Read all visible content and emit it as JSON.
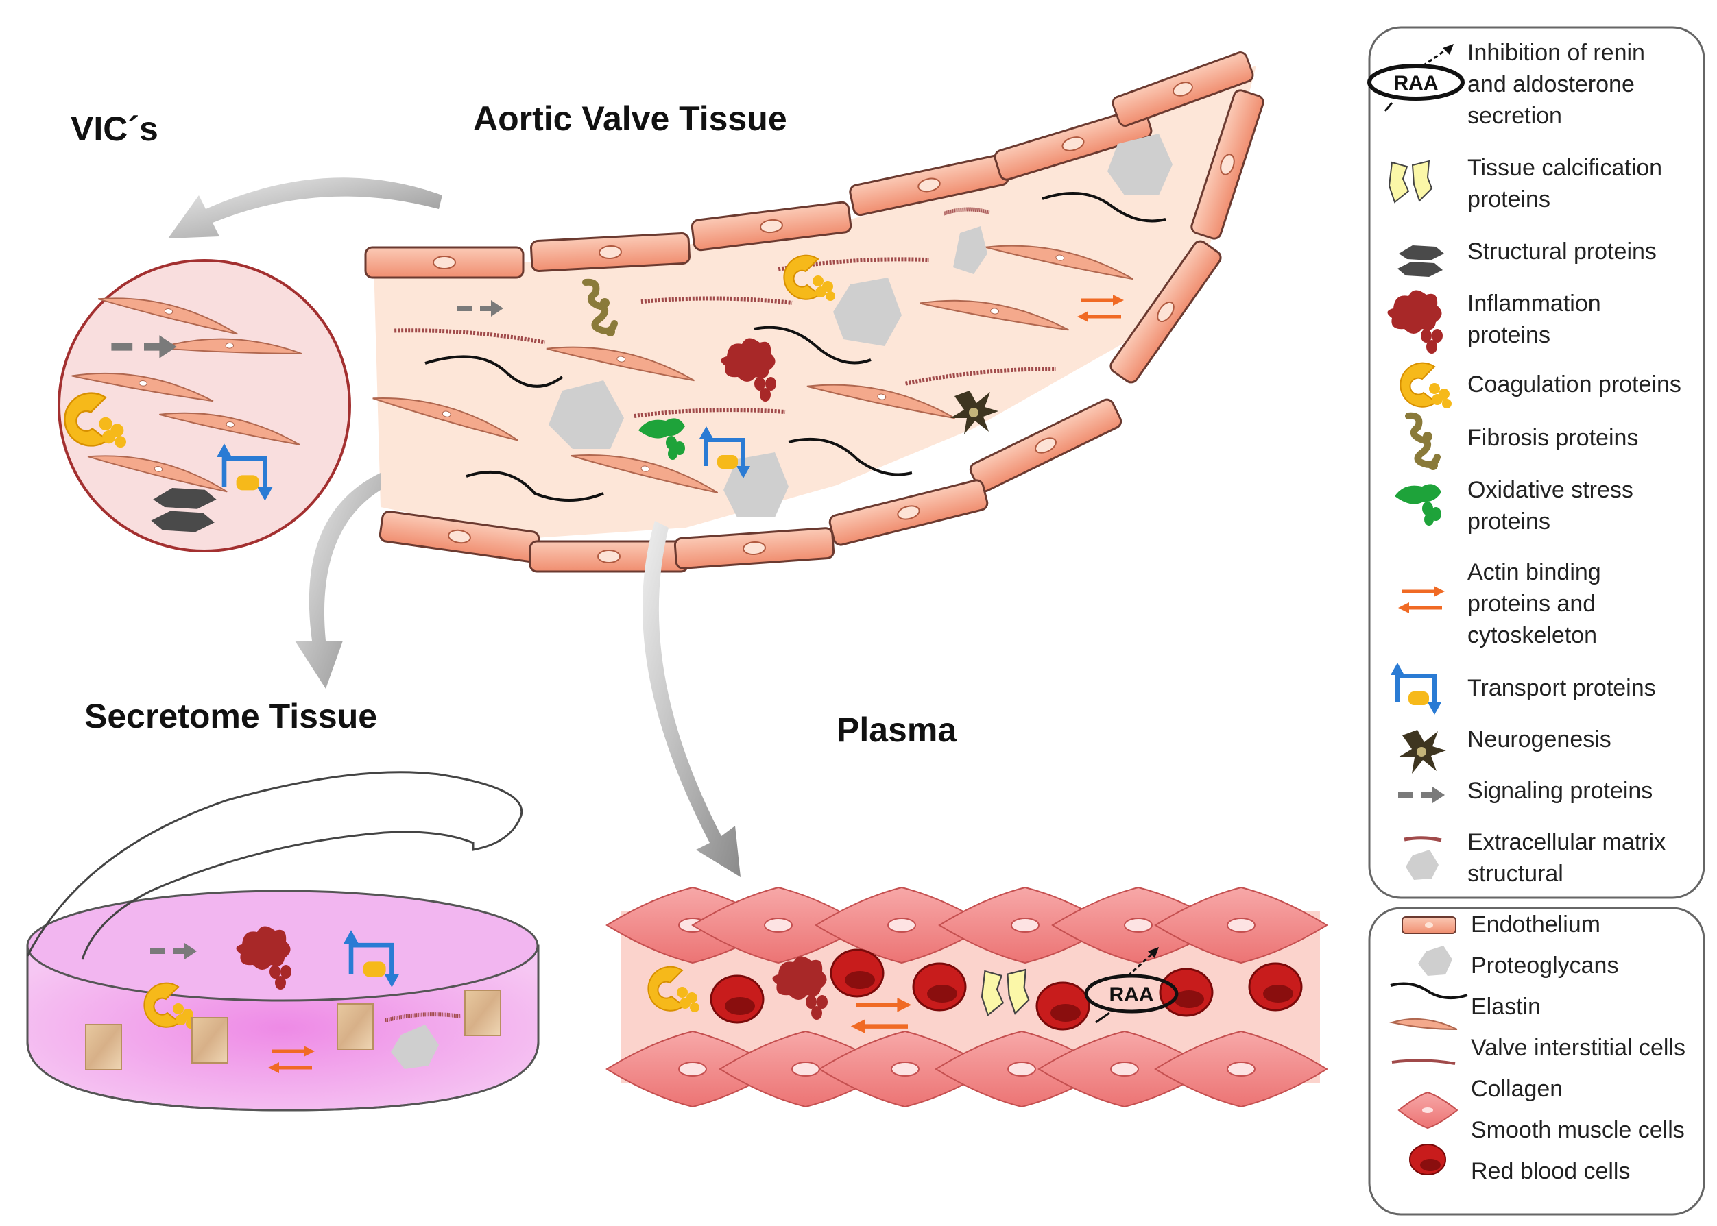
{
  "labels": {
    "vics": "VIC´s",
    "aortic": "Aortic Valve Tissue",
    "secretome": "Secretome Tissue",
    "plasma": "Plasma"
  },
  "raa_text": "RAA",
  "legend_proteins": [
    {
      "icon": "raa-inhibition-icon",
      "lines": [
        "Inhibition of renin",
        "and aldosterone",
        "secretion"
      ]
    },
    {
      "icon": "calcification-icon",
      "lines": [
        "Tissue calcification",
        "proteins"
      ]
    },
    {
      "icon": "structural-icon",
      "lines": [
        "Structural proteins"
      ]
    },
    {
      "icon": "inflammation-icon",
      "lines": [
        "Inflammation",
        "proteins"
      ]
    },
    {
      "icon": "coagulation-icon",
      "lines": [
        "Coagulation proteins"
      ]
    },
    {
      "icon": "fibrosis-icon",
      "lines": [
        "Fibrosis proteins"
      ]
    },
    {
      "icon": "oxidative-icon",
      "lines": [
        "Oxidative stress",
        "proteins"
      ]
    },
    {
      "icon": "actin-icon",
      "lines": [
        "Actin binding",
        "proteins and",
        "cytoskeleton"
      ]
    },
    {
      "icon": "transport-icon",
      "lines": [
        "Transport proteins"
      ]
    },
    {
      "icon": "neurogenesis-icon",
      "lines": [
        "Neurogenesis"
      ]
    },
    {
      "icon": "signaling-icon",
      "lines": [
        "Signaling proteins"
      ]
    },
    {
      "icon": "ecm-icon",
      "lines": [
        "Extracellular matrix",
        "structural"
      ]
    }
  ],
  "legend_tissue": [
    {
      "icon": "endothelium-icon",
      "text": "Endothelium"
    },
    {
      "icon": "proteoglycan-icon",
      "text": "Proteoglycans"
    },
    {
      "icon": "elastin-icon",
      "text": "Elastin"
    },
    {
      "icon": "vic-cell-icon",
      "text": "Valve interstitial cells"
    },
    {
      "icon": "collagen-icon",
      "text": "Collagen"
    },
    {
      "icon": "smooth-muscle-icon",
      "text": "Smooth muscle cells"
    },
    {
      "icon": "red-blood-cell-icon",
      "text": "Red blood cells"
    }
  ],
  "colors": {
    "endothelium_fill": "#f4a98c",
    "endothelium_stroke": "#8a4a3a",
    "tissue_bg": "#fde6d8",
    "vic_circle_fill": "#f9dede",
    "vic_circle_stroke": "#a33030",
    "dish_fill": "#f2b6f0",
    "smooth_muscle": "#f08a8a",
    "plasma_bg": "#fbd3cc",
    "rbc": "#c81c1c",
    "coagulation": "#f6b91a",
    "inflammation": "#a82828",
    "fibrosis": "#8a7a3a",
    "oxidative": "#1ea33a",
    "transport": "#2a7bd4",
    "actin": "#f06a24",
    "signaling": "#7a7a7a",
    "calcification": "#fbf7a8",
    "structural": "#4a4a4a",
    "neurogenesis": "#3e3520",
    "proteoglycan": "#cfcfcf",
    "collagen": "#a04a4a"
  }
}
